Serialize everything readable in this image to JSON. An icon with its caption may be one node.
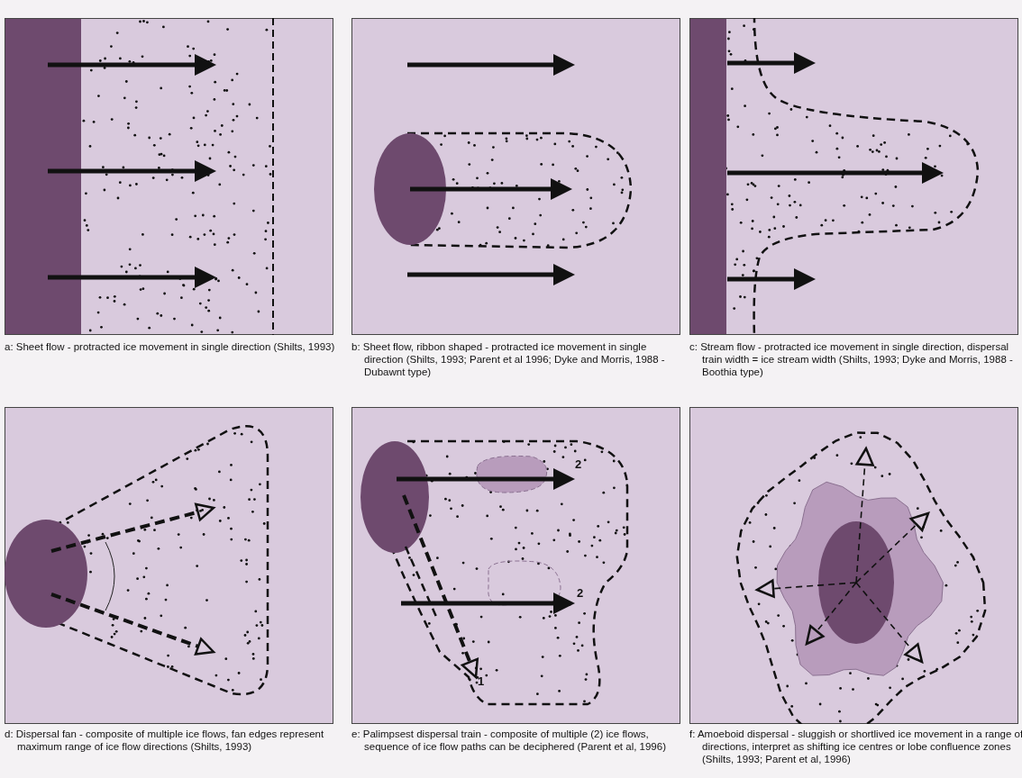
{
  "diagram": {
    "labels": [
      "a: Sheet flow - protracted ice movement in single direction (Shilts, 1993)",
      "b: Sheet flow, ribbon shaped - protracted ice movement in single direction (Shilts, 1993; Parent et al 1996; Dyke and Morris, 1988 - Dubawnt type)",
      "c: Stream flow - protracted ice movement in single direction, dispersal train width = ice stream width (Shilts, 1993; Dyke and Morris, 1988 - Boothia type)",
      "2",
      "2",
      "1",
      "d: Dispersal fan - composite of multiple ice flows, fan edges represent maximum range of ice flow directions (Shilts, 1993)",
      "e: Palimpsest dispersal train - composite of multiple (2) ice flows, sequence of ice flow paths can be deciphered (Parent et al, 1996)",
      "f: Amoeboid dispersal - sluggish or shortlived ice movement in a range of directions, interpret as shifting ice centres or lobe confluence zones (Shilts, 1993; Parent et al, 1996)"
    ]
  }
}
